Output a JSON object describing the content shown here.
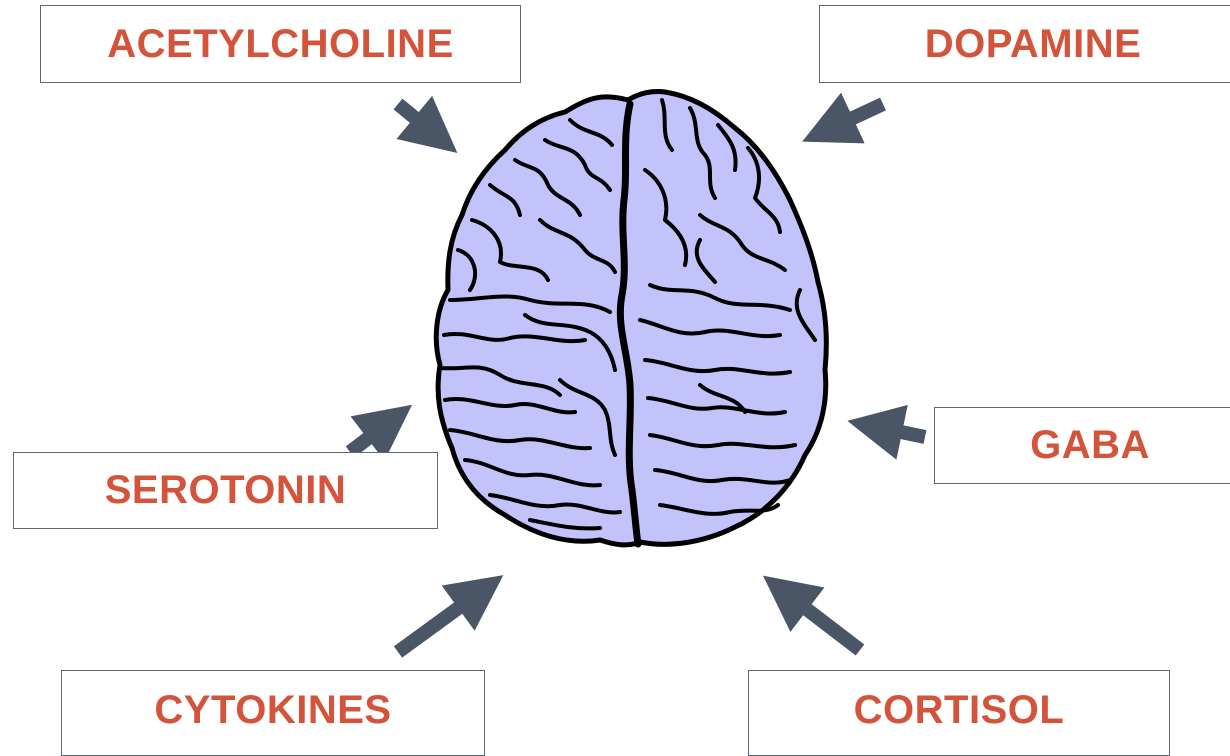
{
  "labels": {
    "acetylcholine": "ACETYLCHOLINE",
    "dopamine": "DOPAMINE",
    "serotonin": "SEROTONIN",
    "gaba": "GABA",
    "cytokines": "CYTOKINES",
    "cortisol": "CORTISOL"
  },
  "colors": {
    "label_text": "#d4533b",
    "box_border": "#5b6776",
    "arrow": "#4a5566",
    "brain_fill": "#c3c3fb",
    "brain_outline": "#000000"
  },
  "icons": {
    "center": "brain-icon",
    "pointers": "arrow-icon"
  }
}
